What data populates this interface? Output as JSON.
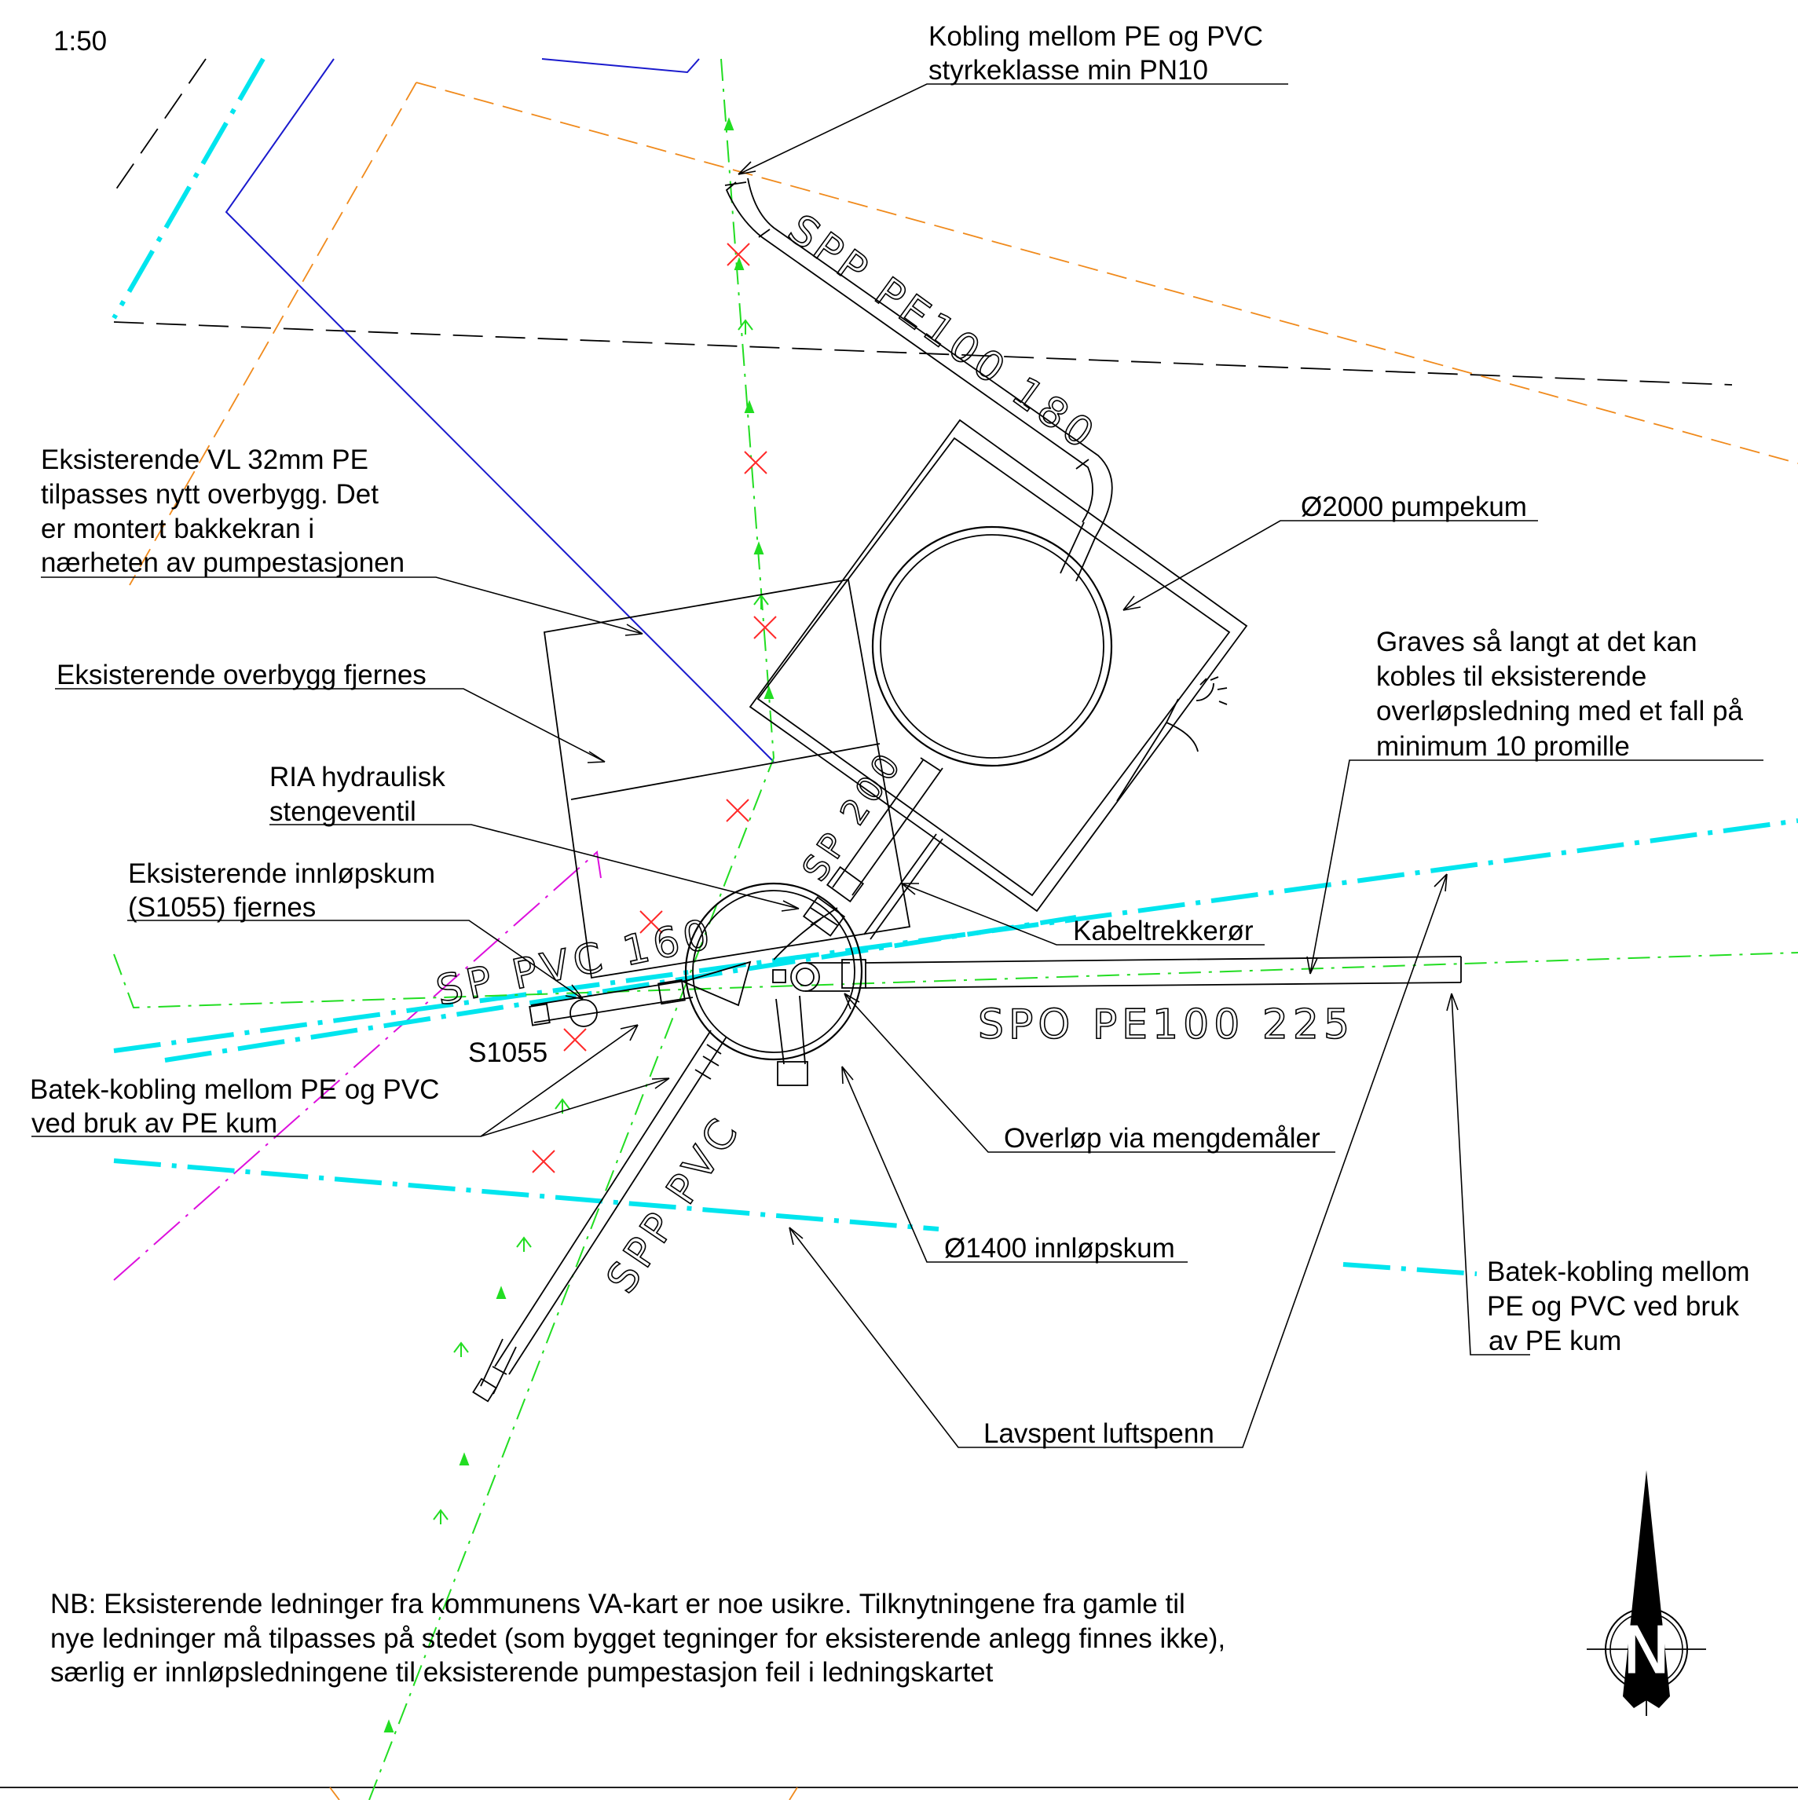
{
  "scale": "1:50",
  "labels": {
    "kobling_pe_pvc_1": "Kobling mellom  PE og PVC",
    "kobling_pe_pvc_2": "styrkeklasse min PN10",
    "vl_1": "Eksisterende VL 32mm PE",
    "vl_2": "tilpasses nytt overbygg. Det",
    "vl_3": "er montert bakkekran i",
    "vl_4": "nærheten av pumpestasjonen",
    "pumpekum": "Ø2000 pumpekum",
    "overbygg": "Eksisterende overbygg fjernes",
    "graves_1": "Graves så langt at det kan",
    "graves_2": "kobles til eksisterende",
    "graves_3": "overløpsledning med et fall på",
    "graves_4": "minimum 10 promille",
    "ria_1": "RIA hydraulisk",
    "ria_2": "stengeventil",
    "innlopskum_exist_1": "Eksisterende innløpskum",
    "innlopskum_exist_2": "(S1055) fjernes",
    "kabeltrekker": "Kabeltrekkerør",
    "s1055": "S1055",
    "batek_left_1": "Batek-kobling mellom PE og PVC",
    "batek_left_2": "ved bruk av PE kum",
    "overlop": "Overløp via mengdemåler",
    "innlopskum_new": "Ø1400 innløpskum",
    "batek_right_1": "Batek-kobling mellom",
    "batek_right_2": "PE og PVC ved bruk",
    "batek_right_3": "av PE kum",
    "lavspent": "Lavspent luftspenn",
    "note_1": "NB: Eksisterende ledninger fra kommunens VA-kart er noe usikre. Tilknytningene fra gamle til",
    "note_2": "nye ledninger må tilpasses på stedet (som bygget tegninger for eksisterende anlegg finnes ikke),",
    "note_3": "særlig er innløpsledningene til eksisterende pumpestasjon feil i ledningskartet",
    "north": "N"
  },
  "pipe_labels": {
    "spp_pe": "SPP PE100 180",
    "sp200": "SP 200",
    "sp_pvc": "SP PVC 160",
    "spo": "SPO PE100 225",
    "spp_pvc": "SPP PVC"
  },
  "colors": {
    "power": "#00e5ee",
    "water": "#22dd22",
    "orange": "#f08a1c",
    "blue": "#1a1acd",
    "magenta": "#dd10dd",
    "red_x": "#ff2a2a",
    "line": "#000000"
  }
}
